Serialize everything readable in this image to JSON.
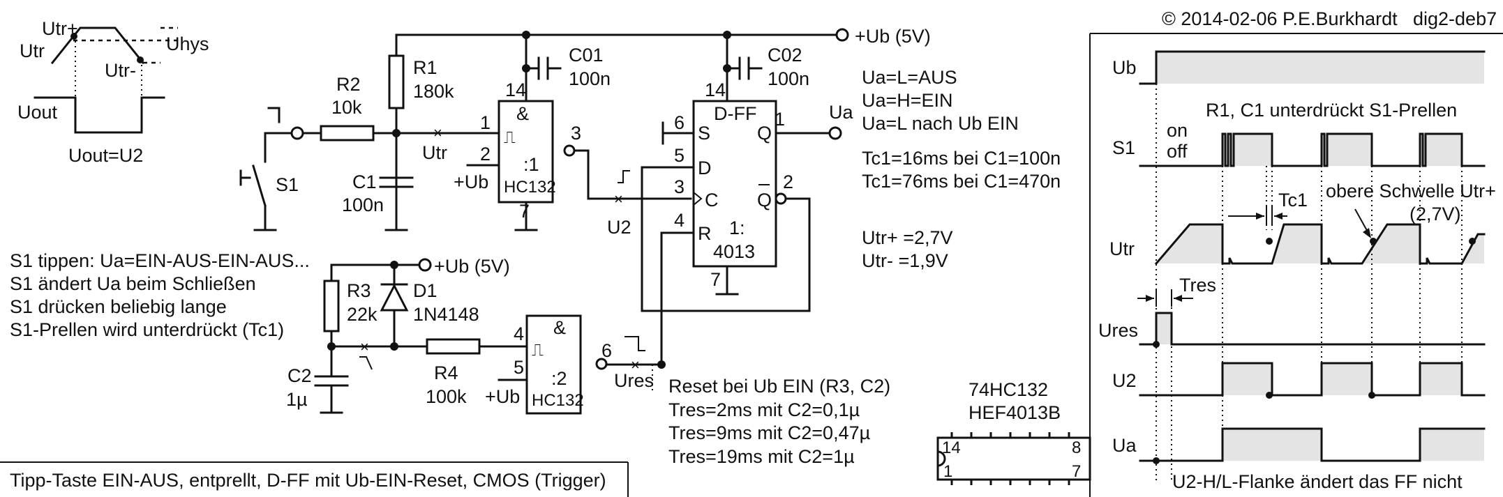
{
  "header": {
    "copyright": "© 2014-02-06 P.E.Burkhardt",
    "doc_id": "dig2-deb7"
  },
  "caption": "Tipp-Taste EIN-AUS, entprellt, D-FF mit Ub-EIN-Reset, CMOS (Trigger)",
  "hysteresis": {
    "utr_plus": "Utr+",
    "utr": "Utr",
    "utr_minus": "Utr-",
    "uhys": "Uhys",
    "uout": "Uout",
    "uout_eq": "Uout=U2"
  },
  "supply": {
    "ub_top": "+Ub (5V)",
    "ub_bottom": "+Ub (5V)",
    "ub": "+Ub"
  },
  "components": {
    "r1_name": "R1",
    "r1_val": "180k",
    "r2_name": "R2",
    "r2_val": "10k",
    "r3_name": "R3",
    "r3_val": "22k",
    "r4_name": "R4",
    "r4_val": "100k",
    "c1_name": "C1",
    "c1_val": "100n",
    "c2_name": "C2",
    "c2_val": "1µ",
    "c01_name": "C01",
    "c01_val": "100n",
    "c02_name": "C02",
    "c02_val": "100n",
    "d1_name": "D1",
    "d1_val": "1N4148",
    "s1": "S1"
  },
  "gates": {
    "g1_sym": "&",
    "g1_name": ":1",
    "g1_type": "HC132",
    "g2_sym": "&",
    "g2_name": ":2",
    "g2_type": "HC132",
    "ff_name": "D-FF",
    "ff_id": "1:",
    "ff_type": "4013",
    "pin_s": "S",
    "pin_d": "D",
    "pin_c": "C",
    "pin_r": "R",
    "pin_q": "Q",
    "pin_qn": "Q"
  },
  "pins": {
    "p14a": "14",
    "p1": "1",
    "p2": "2",
    "p3": "3",
    "p7a": "7",
    "p14b": "14",
    "p6": "6",
    "p5": "5",
    "p3b": "3",
    "p4": "4",
    "p1b": "1",
    "p2b": "2",
    "p7b": "7",
    "p4c": "4",
    "p5c": "5",
    "p6c": "6"
  },
  "nodes": {
    "utr": "Utr",
    "u2": "U2",
    "ures": "Ures",
    "ua": "Ua"
  },
  "notes": {
    "states": [
      "Ua=L=AUS",
      "Ua=H=EIN",
      "Ua=L nach Ub EIN"
    ],
    "tc": [
      "Tc1=16ms bei C1=100n",
      "Tc1=76ms bei C1=470n"
    ],
    "utr": [
      "Utr+ =2,7V",
      "Utr- =1,9V"
    ],
    "usage": [
      "S1 tippen: Ua=EIN-AUS-EIN-AUS...",
      "S1 ändert Ua beim Schließen",
      "S1 drücken beliebig lange",
      "S1-Prellen wird unterdrückt (Tc1)"
    ],
    "reset": [
      "Reset bei Ub EIN (R3, C2)",
      "Tres=2ms mit C2=0,1µ",
      "Tres=9ms mit C2=0,47µ",
      "Tres=19ms mit C2=1µ"
    ]
  },
  "chip": {
    "line1": "74HC132",
    "line2": "HEF4013B",
    "pin14": "14",
    "pin8": "8",
    "pin1": "1",
    "pin7": "7"
  },
  "timing": {
    "labels": [
      "Ub",
      "S1",
      "Utr",
      "Ures",
      "U2",
      "Ua"
    ],
    "on": "on",
    "off": "off",
    "title": "R1, C1 unterdrückt S1-Prellen",
    "tc1": "Tc1",
    "threshold": "obere Schwelle Utr+",
    "threshold_val": "(2,7V)",
    "tres": "Tres",
    "footer": "U2-H/L-Flanke ändert das FF nicht"
  }
}
